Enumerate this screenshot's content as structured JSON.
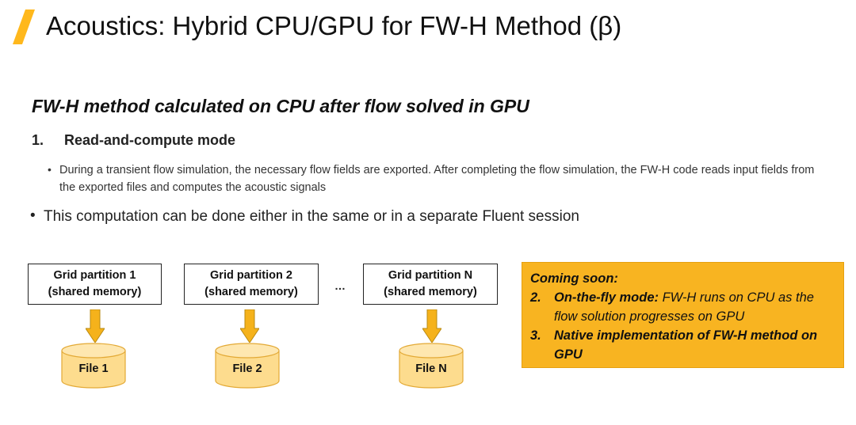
{
  "slide": {
    "title": "Acoustics: Hybrid CPU/GPU for FW-H Method (β)",
    "accent_color": "#FFB81C"
  },
  "section": {
    "heading": "FW-H method calculated on CPU after flow solved in GPU"
  },
  "mode": {
    "number": "1.",
    "label": "Read-and-compute mode"
  },
  "bullets": {
    "small_marker": "•",
    "small_text": "During a transient flow simulation, the necessary flow fields are exported. After completing the flow simulation, the FW-H code reads input fields from the exported files and computes the acoustic signals",
    "big_marker": "•",
    "big_text": "This computation can be done either in the same or in a separate Fluent session"
  },
  "diagram": {
    "partitions": [
      {
        "line1": "Grid partition 1",
        "line2": "(shared memory)",
        "file": "File 1"
      },
      {
        "line1": "Grid partition 2",
        "line2": "(shared memory)",
        "file": "File 2"
      },
      {
        "line1": "Grid partition N",
        "line2": "(shared memory)",
        "file": "File N"
      }
    ],
    "ellipsis": "…",
    "arrow_color": "#F5B21B",
    "file_fill": "#FDDC8E",
    "file_stroke": "#E3A935"
  },
  "note": {
    "title": "Coming soon:",
    "items": [
      {
        "number": "2.",
        "bold": "On-the-fly mode:",
        "text": " FW-H runs on CPU as the flow solution progresses on GPU"
      },
      {
        "number": "3.",
        "bold": "Native implementation of FW-H method on GPU",
        "text": ""
      }
    ],
    "background": "#F8B421"
  }
}
